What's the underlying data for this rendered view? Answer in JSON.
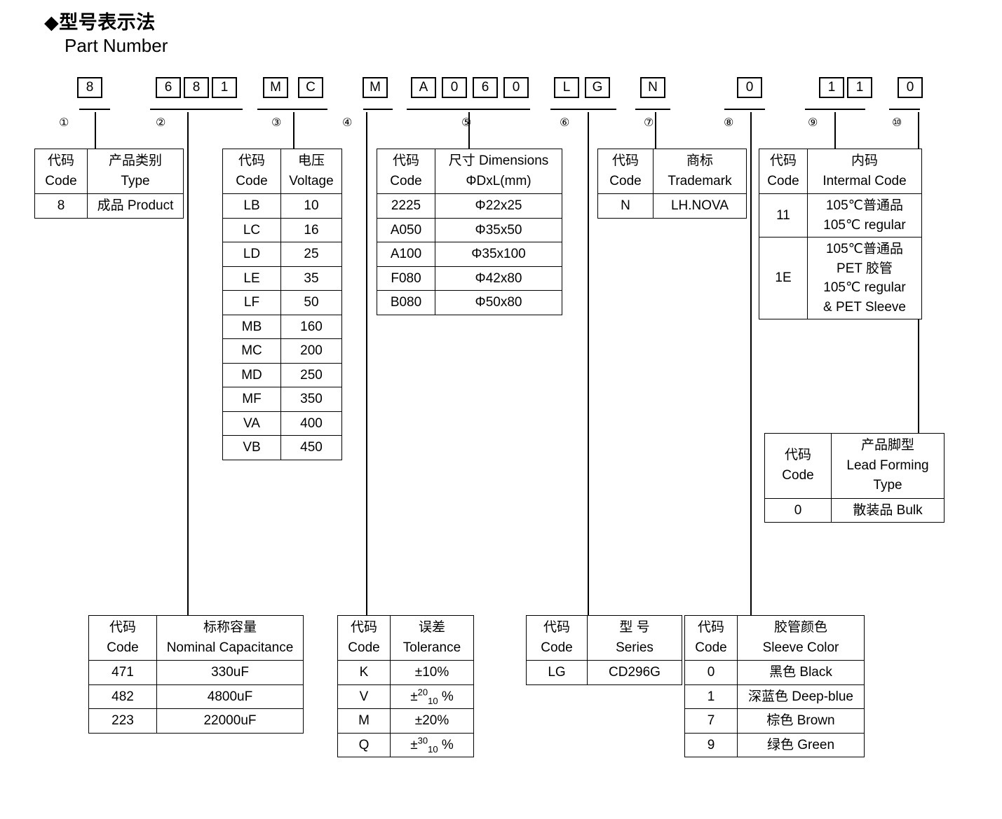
{
  "heading": {
    "cn": "◆型号表示法",
    "en": "Part Number"
  },
  "part_number": {
    "groups": [
      {
        "index": "①",
        "chars": [
          "8"
        ]
      },
      {
        "index": "②",
        "chars": [
          "6",
          "8",
          "1"
        ]
      },
      {
        "index": "③",
        "chars": [
          "M",
          "C"
        ]
      },
      {
        "index": "④",
        "chars": [
          "M"
        ]
      },
      {
        "index": "⑤",
        "chars": [
          "A",
          "0",
          "6",
          "0"
        ]
      },
      {
        "index": "⑥",
        "chars": [
          "L",
          "G"
        ]
      },
      {
        "index": "⑦",
        "chars": [
          "N"
        ]
      },
      {
        "index": "⑧",
        "chars": [
          "0"
        ]
      },
      {
        "index": "⑨",
        "chars": [
          "1",
          "1"
        ]
      },
      {
        "index": "⑩",
        "chars": [
          "0"
        ]
      }
    ]
  },
  "tables": {
    "type": {
      "header": {
        "code_cn": "代码",
        "code_en": "Code",
        "value_cn": "产品类别",
        "value_en": "Type"
      },
      "rows": [
        {
          "code": "8",
          "value": "成品 Product"
        }
      ]
    },
    "voltage": {
      "header": {
        "code_cn": "代码",
        "code_en": "Code",
        "value_cn": "电压",
        "value_en": "Voltage"
      },
      "rows": [
        {
          "code": "LB",
          "value": "10"
        },
        {
          "code": "LC",
          "value": "16"
        },
        {
          "code": "LD",
          "value": "25"
        },
        {
          "code": "LE",
          "value": "35"
        },
        {
          "code": "LF",
          "value": "50"
        },
        {
          "code": "MB",
          "value": "160"
        },
        {
          "code": "MC",
          "value": "200"
        },
        {
          "code": "MD",
          "value": "250"
        },
        {
          "code": "MF",
          "value": "350"
        },
        {
          "code": "VA",
          "value": "400"
        },
        {
          "code": "VB",
          "value": "450"
        }
      ]
    },
    "dimensions": {
      "header": {
        "code_cn": "代码",
        "code_en": "Code",
        "value_cn": "尺寸 Dimensions",
        "value_en": "ΦDxL(mm)"
      },
      "rows": [
        {
          "code": "2225",
          "value": "Φ22x25"
        },
        {
          "code": "A050",
          "value": "Φ35x50"
        },
        {
          "code": "A100",
          "value": "Φ35x100"
        },
        {
          "code": "F080",
          "value": "Φ42x80"
        },
        {
          "code": "B080",
          "value": "Φ50x80"
        }
      ]
    },
    "trademark": {
      "header": {
        "code_cn": "代码",
        "code_en": "Code",
        "value_cn": "商标",
        "value_en": "Trademark"
      },
      "rows": [
        {
          "code": "N",
          "value": "LH.NOVA"
        }
      ]
    },
    "internal_code": {
      "header": {
        "code_cn": "代码",
        "code_en": "Code",
        "value_cn": "内码",
        "value_en": "Intermal Code"
      },
      "rows": [
        {
          "code": "11",
          "lines": [
            "105℃普通品",
            "105℃ regular"
          ]
        },
        {
          "code": "1E",
          "lines": [
            "105℃普通品",
            "PET 胶管",
            "105℃ regular",
            "& PET Sleeve"
          ]
        }
      ]
    },
    "lead_forming": {
      "header": {
        "code_cn": "代码",
        "code_en": "Code",
        "value_cn": "产品脚型",
        "value_en": "Lead Forming",
        "value_en2": "Type"
      },
      "rows": [
        {
          "code": "0",
          "value": "散装品 Bulk"
        }
      ]
    },
    "capacitance": {
      "header": {
        "code_cn": "代码",
        "code_en": "Code",
        "value_cn": "标称容量",
        "value_en": "Nominal Capacitance"
      },
      "rows": [
        {
          "code": "471",
          "value": "330uF"
        },
        {
          "code": "482",
          "value": "4800uF"
        },
        {
          "code": "223",
          "value": "22000uF"
        }
      ]
    },
    "tolerance": {
      "header": {
        "code_cn": "代码",
        "code_en": "Code",
        "value_cn": "误差",
        "value_en": "Tolerance"
      },
      "rows": [
        {
          "code": "K",
          "value": "±10%",
          "sup": "",
          "sub": ""
        },
        {
          "code": "V",
          "value": "",
          "sup": "20",
          "sub": "10"
        },
        {
          "code": "M",
          "value": "±20%",
          "sup": "",
          "sub": ""
        },
        {
          "code": "Q",
          "value": "",
          "sup": "30",
          "sub": "10"
        }
      ]
    },
    "series": {
      "header": {
        "code_cn": "代码",
        "code_en": "Code",
        "value_cn": "型 号",
        "value_en": "Series"
      },
      "rows": [
        {
          "code": "LG",
          "value": "CD296G"
        }
      ]
    },
    "sleeve_color": {
      "header": {
        "code_cn": "代码",
        "code_en": "Code",
        "value_cn": "胶管颜色",
        "value_en": "Sleeve Color"
      },
      "rows": [
        {
          "code": "0",
          "value": "黑色 Black"
        },
        {
          "code": "1",
          "value": "深蓝色 Deep-blue"
        },
        {
          "code": "7",
          "value": "棕色 Brown"
        },
        {
          "code": "9",
          "value": "绿色 Green"
        }
      ]
    }
  }
}
